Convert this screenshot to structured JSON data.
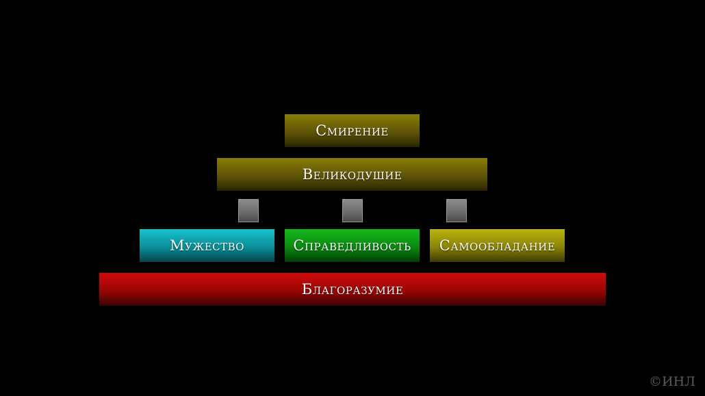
{
  "diagram": {
    "top": {
      "label": "Смирение",
      "color": "#6f6406"
    },
    "second": {
      "label": "Великодушие",
      "color": "#6f6406"
    },
    "middle": [
      {
        "label": "Мужество",
        "color": "#0fa9b4"
      },
      {
        "label": "Справедливость",
        "color": "#0e9f14"
      },
      {
        "label": "Самообладание",
        "color": "#a39c09"
      }
    ],
    "base": {
      "label": "Благоразумие",
      "color": "#b80808"
    }
  },
  "copyright": "©ИНЛ",
  "colors": {
    "background": "#000000",
    "connector": "#7a7a7a"
  }
}
